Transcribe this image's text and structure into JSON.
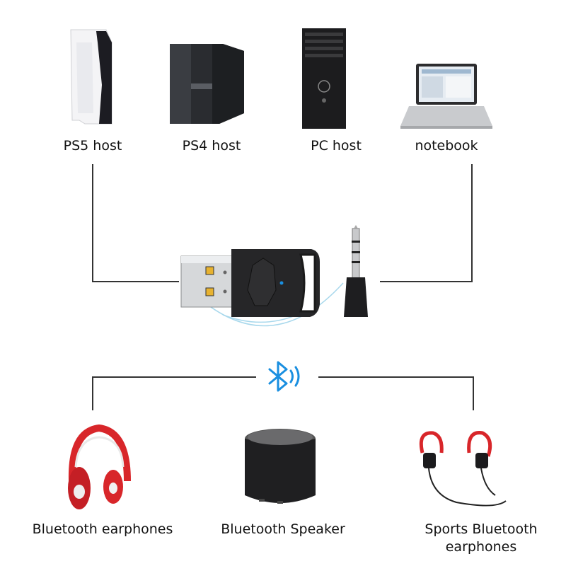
{
  "hosts": [
    {
      "label": "PS5 host",
      "icon": "ps5-console-icon"
    },
    {
      "label": "PS4 host",
      "icon": "ps4-console-icon"
    },
    {
      "label": "PC host",
      "icon": "pc-tower-icon"
    },
    {
      "label": "notebook",
      "icon": "laptop-icon"
    }
  ],
  "center": {
    "adapter": "usb-bluetooth-adapter",
    "mic": "3.5mm-mic-plug",
    "wireless_symbol": "bluetooth-icon"
  },
  "devices": [
    {
      "label": "Bluetooth earphones",
      "icon": "headphones-icon"
    },
    {
      "label": "Bluetooth Speaker",
      "icon": "speaker-icon"
    },
    {
      "label_line1": "Sports Bluetooth",
      "label_line2": "earphones",
      "icon": "sport-earphones-icon"
    }
  ],
  "colors": {
    "bluetooth_blue": "#1a8fe0",
    "line": "#333333",
    "headphone_red": "#d8262a",
    "arc_blue": "#a8d8ec"
  }
}
